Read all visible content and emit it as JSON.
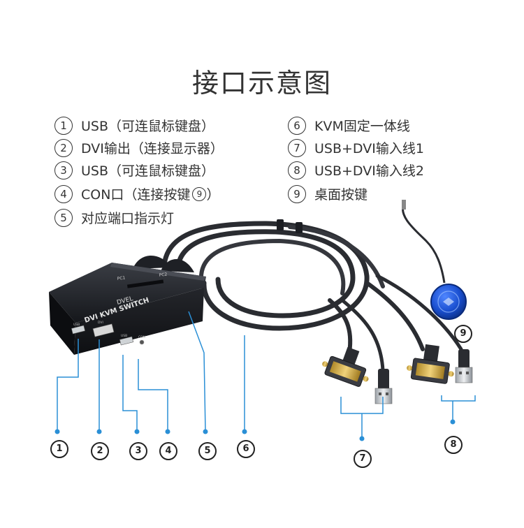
{
  "title": "接口示意图",
  "legend": [
    {
      "num": "1",
      "text": "USB（可连鼠标键盘）"
    },
    {
      "num": "2",
      "text": "DVI输出（连接显示器）"
    },
    {
      "num": "3",
      "text": "USB（可连鼠标键盘）"
    },
    {
      "num": "4",
      "text": "CON口（连接按键",
      "suffix_num": "9",
      "suffix_close": "）"
    },
    {
      "num": "5",
      "text": "对应端口指示灯"
    },
    {
      "num": "6",
      "text": "KVM固定一体线"
    },
    {
      "num": "7",
      "text": "USB+DVI输入线1"
    },
    {
      "num": "8",
      "text": "USB+DVI输入线2"
    },
    {
      "num": "9",
      "text": "桌面按键"
    }
  ],
  "device": {
    "brand": "DVEL",
    "model": "DVI KVM SWITCH",
    "pc1": "PC1",
    "pc2": "PC2",
    "port_usb": "USB",
    "port_dvi": "DVI",
    "port_con": "CON"
  },
  "callouts": [
    "1",
    "2",
    "3",
    "4",
    "5",
    "6",
    "7",
    "8",
    "9"
  ],
  "colors": {
    "leader": "#2a8fd6",
    "device": "#1b1d22",
    "cable": "#2a2c31",
    "button": "#1a4fd0"
  }
}
